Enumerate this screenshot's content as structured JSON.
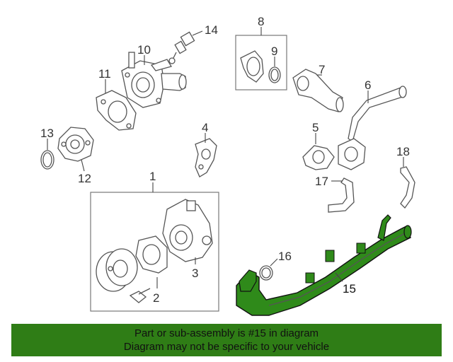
{
  "callouts": {
    "c1": "1",
    "c2": "2",
    "c3": "3",
    "c4": "4",
    "c5": "5",
    "c6": "6",
    "c7": "7",
    "c8": "8",
    "c9": "9",
    "c10": "10",
    "c11": "11",
    "c12": "12",
    "c13": "13",
    "c14": "14",
    "c15": "15",
    "c16": "16",
    "c17": "17",
    "c18": "18"
  },
  "highlight_color": "#2f8a1a",
  "banner": {
    "line1": "Part or sub-assembly is #15 in diagram",
    "line2": "Diagram may not be specific to your vehicle",
    "background": "#2f7d16"
  }
}
